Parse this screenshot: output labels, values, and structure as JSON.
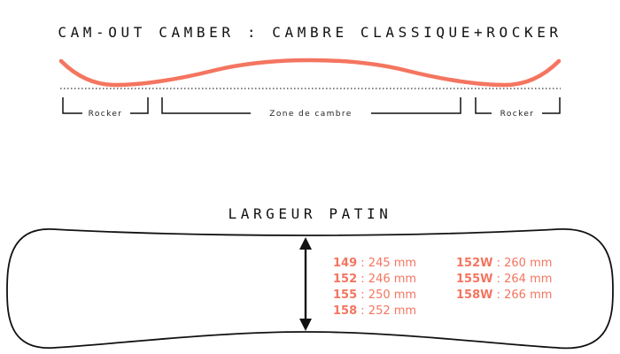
{
  "profile": {
    "title": "CAM-OUT CAMBER : CAMBRE CLASSIQUE+ROCKER",
    "zones": [
      {
        "label": "Rocker"
      },
      {
        "label": "Zone de cambre"
      },
      {
        "label": "Rocker"
      }
    ]
  },
  "width": {
    "title": "LARGEUR PATIN",
    "sizes_left": [
      {
        "size": "149",
        "sep": " : ",
        "value": "245 mm"
      },
      {
        "size": "152",
        "sep": " : ",
        "value": "246 mm"
      },
      {
        "size": "155",
        "sep": " : ",
        "value": "250 mm"
      },
      {
        "size": "158",
        "sep": " : ",
        "value": "252 mm"
      }
    ],
    "sizes_right": [
      {
        "size": "152W",
        "sep": " : ",
        "value": "260 mm"
      },
      {
        "size": "155W",
        "sep": " : ",
        "value": "264 mm"
      },
      {
        "size": "158W",
        "sep": " : ",
        "value": "266 mm"
      }
    ]
  },
  "colors": {
    "accent": "#f47560",
    "ink": "#111111"
  }
}
